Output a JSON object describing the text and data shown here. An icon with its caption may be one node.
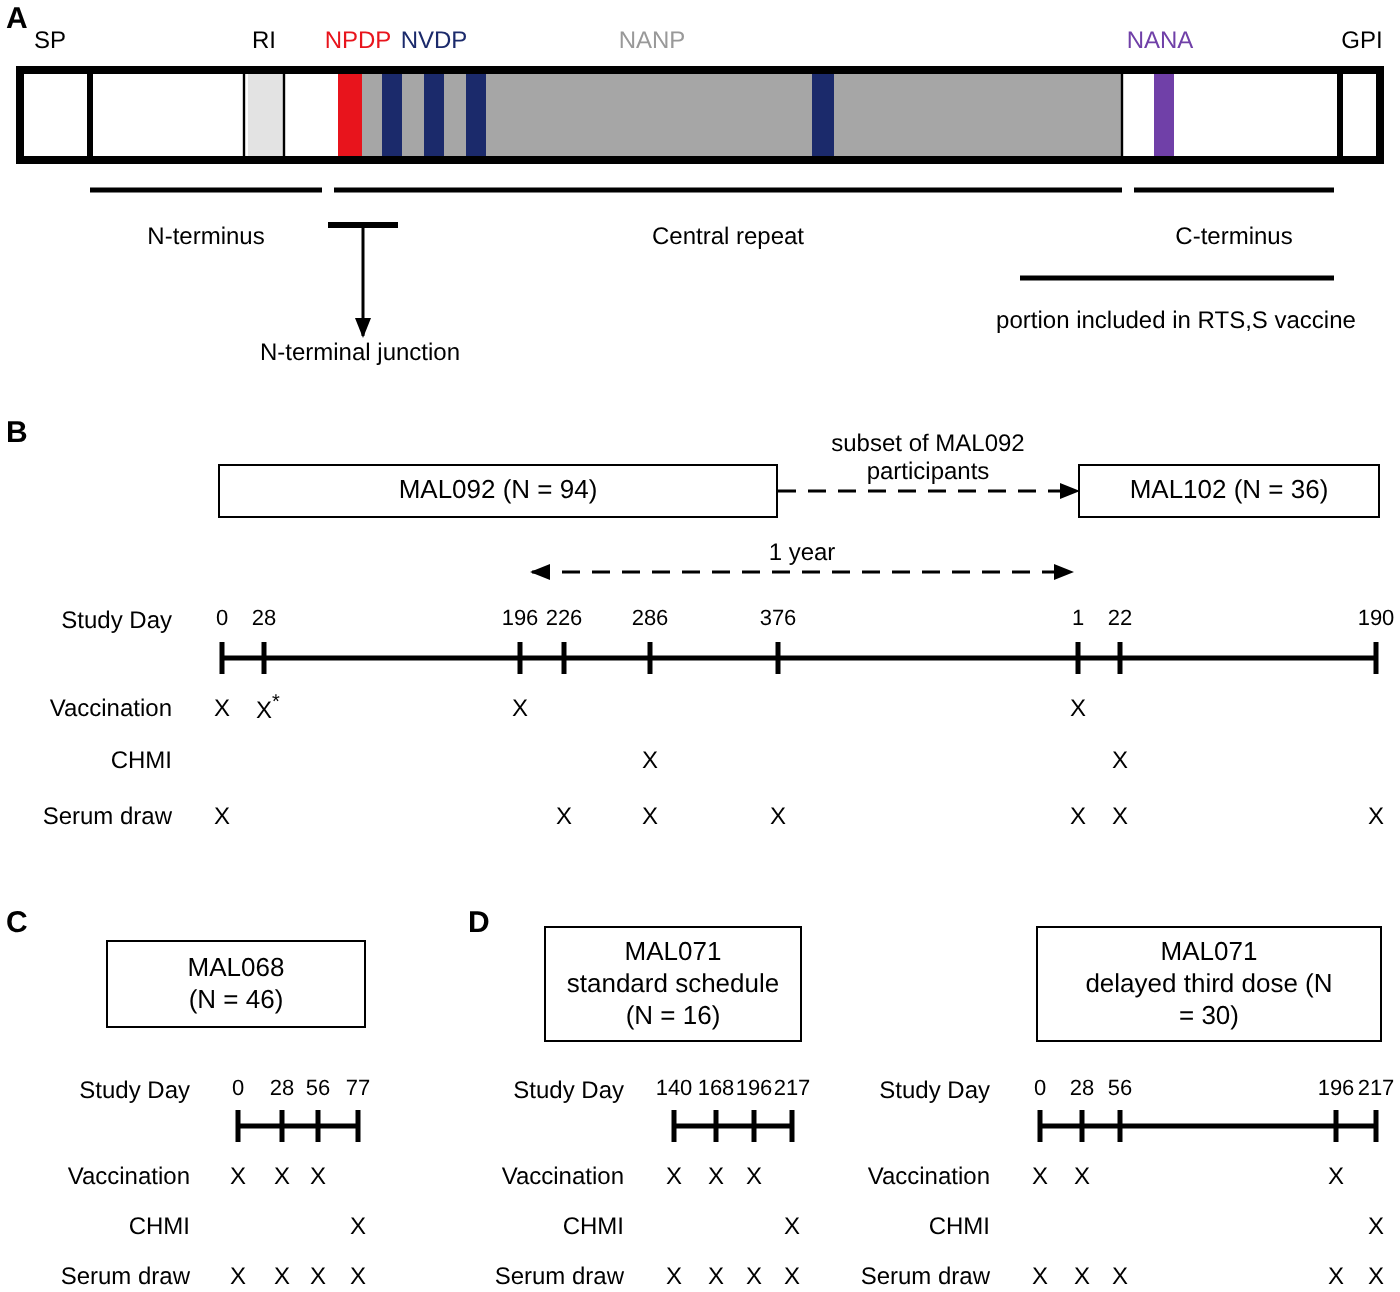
{
  "diagram": {
    "nodes": [
      {
        "text": [
          "MAL092 (N = 94)"
        ]
      },
      {
        "text": [
          "MAL102 (N = 36)"
        ]
      },
      {
        "text": [
          "MAL068",
          "(N = 46)"
        ]
      },
      {
        "text": [
          "MAL071",
          "standard schedule (N = 16)"
        ]
      },
      {
        "text": [
          "MAL071",
          "delayed third dose (N = 30)"
        ]
      },
      {
        "text": [],
        "shape": "bar"
      },
      {
        "text": [
          "N-terminal junction"
        ]
      }
    ],
    "edges": [
      {
        "from": 0,
        "to": 1,
        "arrow": "to",
        "style": "dashed",
        "label": "subset of MAL092 participants"
      },
      {
        "from": 5,
        "to": 6,
        "arrow": "to"
      }
    ],
    "labels": [
      "A",
      "SP",
      "RI",
      "NPDP",
      "NVDP",
      "NANP",
      "NANA",
      "GPI",
      "N-terminus",
      "Central repeat",
      "C-terminus",
      "portion included in RTS,S vaccine",
      "B",
      "1 year",
      "Study Day",
      "0",
      "28",
      "196",
      "226",
      "286",
      "376",
      "1",
      "22",
      "190",
      "Vaccination",
      "X",
      "X$^{*}$",
      "X",
      "X",
      "CHMI",
      "X",
      "X",
      "Serum draw",
      "X",
      "X",
      "X",
      "X",
      "X",
      "X",
      "X",
      "C",
      "Study Day",
      "0",
      "28",
      "56",
      "77",
      "Vaccination",
      "X",
      "X",
      "X",
      "CHMI",
      "X",
      "Serum draw",
      "X",
      "X",
      "X",
      "X",
      "D",
      "Study Day",
      "140",
      "168",
      "196",
      "217",
      "Vaccination",
      "X",
      "X",
      "X",
      "CHMI",
      "X",
      "Serum draw",
      "X",
      "X",
      "X",
      "X",
      "Study Day",
      "0",
      "28",
      "56",
      "196",
      "217",
      "Vaccination",
      "X",
      "X",
      "X",
      "CHMI",
      "X",
      "Serum draw",
      "X",
      "X",
      "X",
      "X",
      "X"
    ]
  }
}
